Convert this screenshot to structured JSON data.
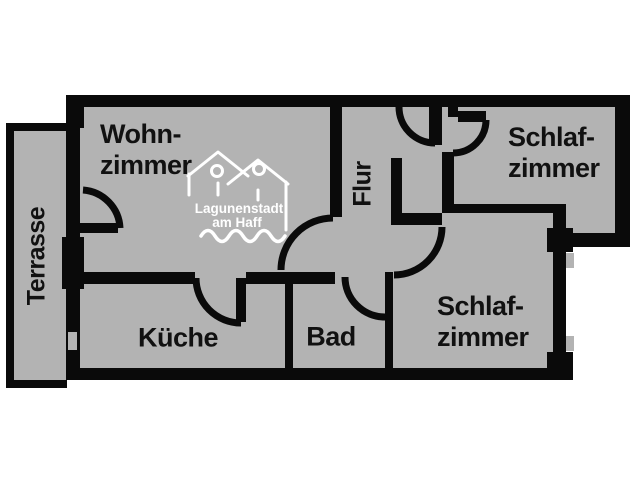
{
  "rooms": {
    "wohnzimmer": {
      "line1": "Wohn-",
      "line2": "zimmer"
    },
    "schlafzimmer_top": {
      "line1": "Schlaf-",
      "line2": "zimmer"
    },
    "schlafzimmer_bottom": {
      "line1": "Schlaf-",
      "line2": "zimmer"
    },
    "kueche": {
      "label": "Küche"
    },
    "bad": {
      "label": "Bad"
    },
    "flur": {
      "label": "Flur"
    },
    "terrasse": {
      "label": "Terrasse"
    }
  },
  "logo": {
    "line1": "Lagunenstadt",
    "line2": "am Haff"
  },
  "colors": {
    "background": "#ffffff",
    "floor": "#b3b3b3",
    "wall": "#0a0a0a",
    "label": "#111111",
    "logo": "#ffffff"
  }
}
